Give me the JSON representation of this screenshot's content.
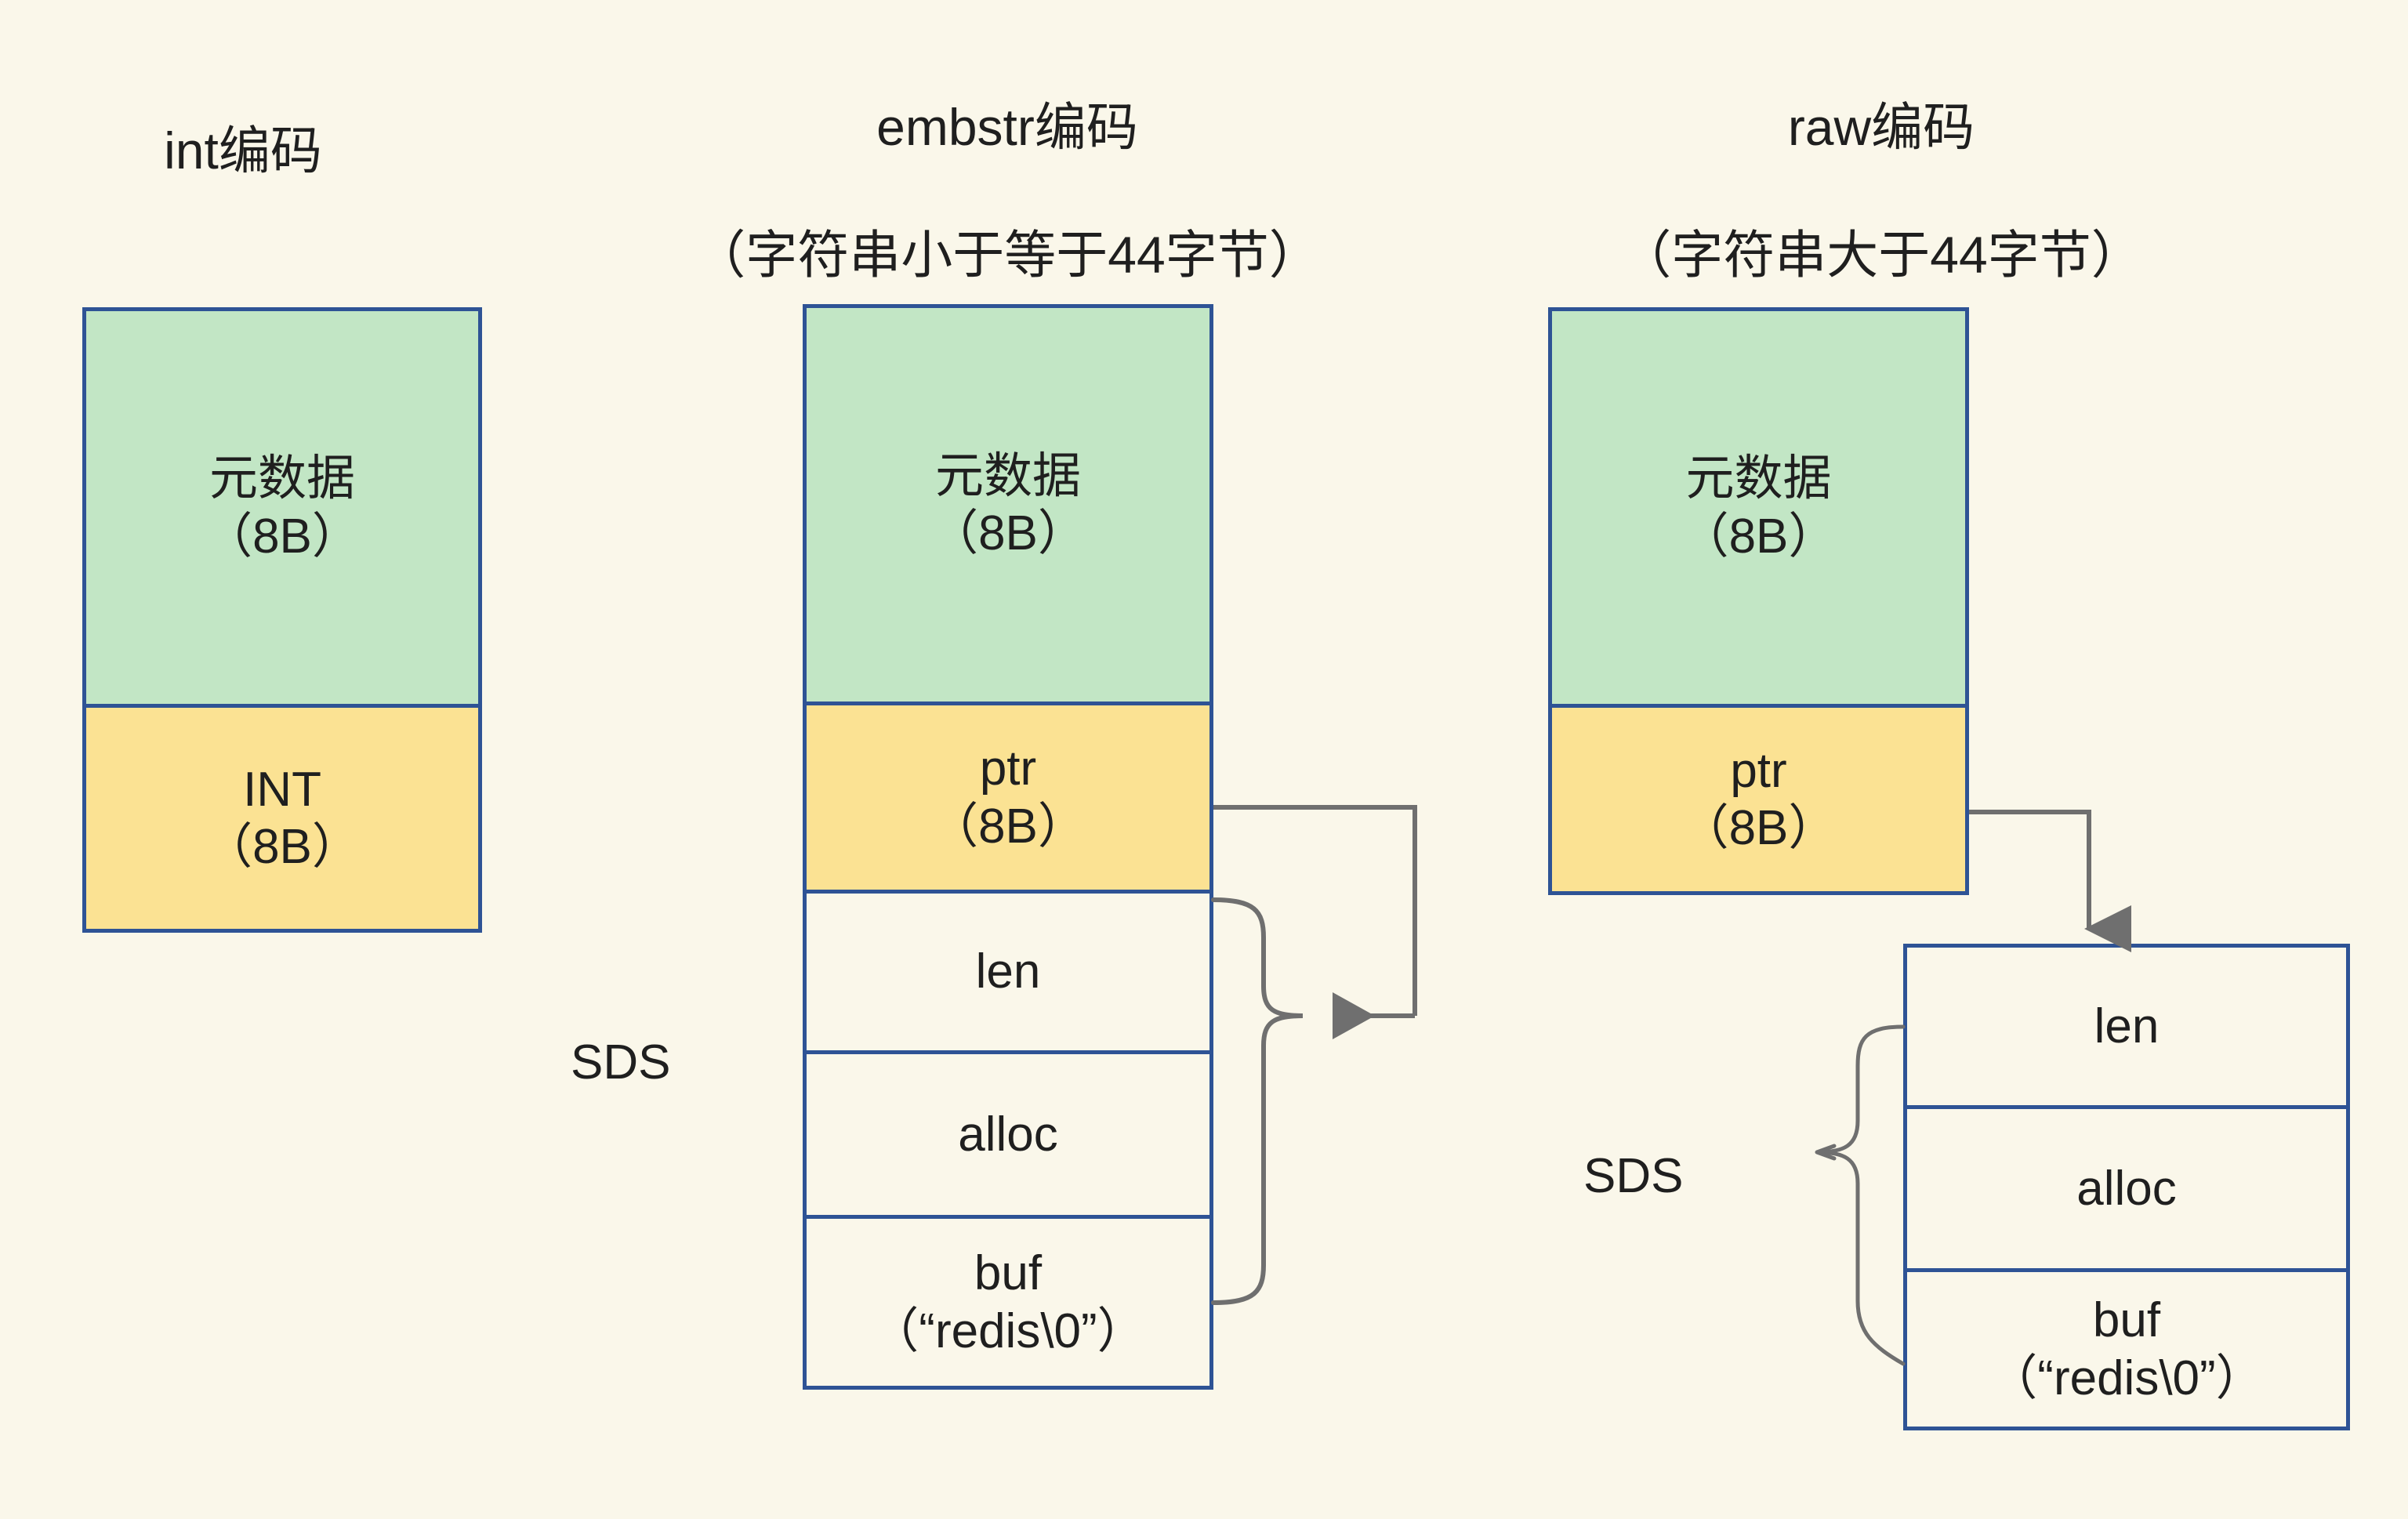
{
  "diagram": {
    "background_color": "#faf7ea",
    "border_color": "#2e5395",
    "metadata_fill": "#c2e6c5",
    "pointer_fill": "#fbe293",
    "connector_color": "#6f6f6f"
  },
  "columns": [
    {
      "id": "int",
      "title": "int编码",
      "subtitle": "",
      "object_header": {
        "metadata_line1": "元数据",
        "metadata_line2": "（8B）",
        "value_line1": "INT",
        "value_line2": "（8B）"
      }
    },
    {
      "id": "embstr",
      "title": "embstr编码",
      "subtitle": "（字符串小于等于44字节）",
      "object_header": {
        "metadata_line1": "元数据",
        "metadata_line2": "（8B）",
        "value_line1": "ptr",
        "value_line2": "（8B）"
      },
      "sds_label": "SDS",
      "sds_rows": [
        {
          "line1": "len",
          "line2": ""
        },
        {
          "line1": "alloc",
          "line2": ""
        },
        {
          "line1": "buf",
          "line2": "（“redis\\0”）"
        }
      ]
    },
    {
      "id": "raw",
      "title": "raw编码",
      "subtitle": "（字符串大于44字节）",
      "object_header": {
        "metadata_line1": "元数据",
        "metadata_line2": "（8B）",
        "value_line1": "ptr",
        "value_line2": "（8B）"
      },
      "sds_label": "SDS",
      "sds_rows": [
        {
          "line1": "len",
          "line2": ""
        },
        {
          "line1": "alloc",
          "line2": ""
        },
        {
          "line1": "buf",
          "line2": "（“redis\\0”）"
        }
      ]
    }
  ]
}
